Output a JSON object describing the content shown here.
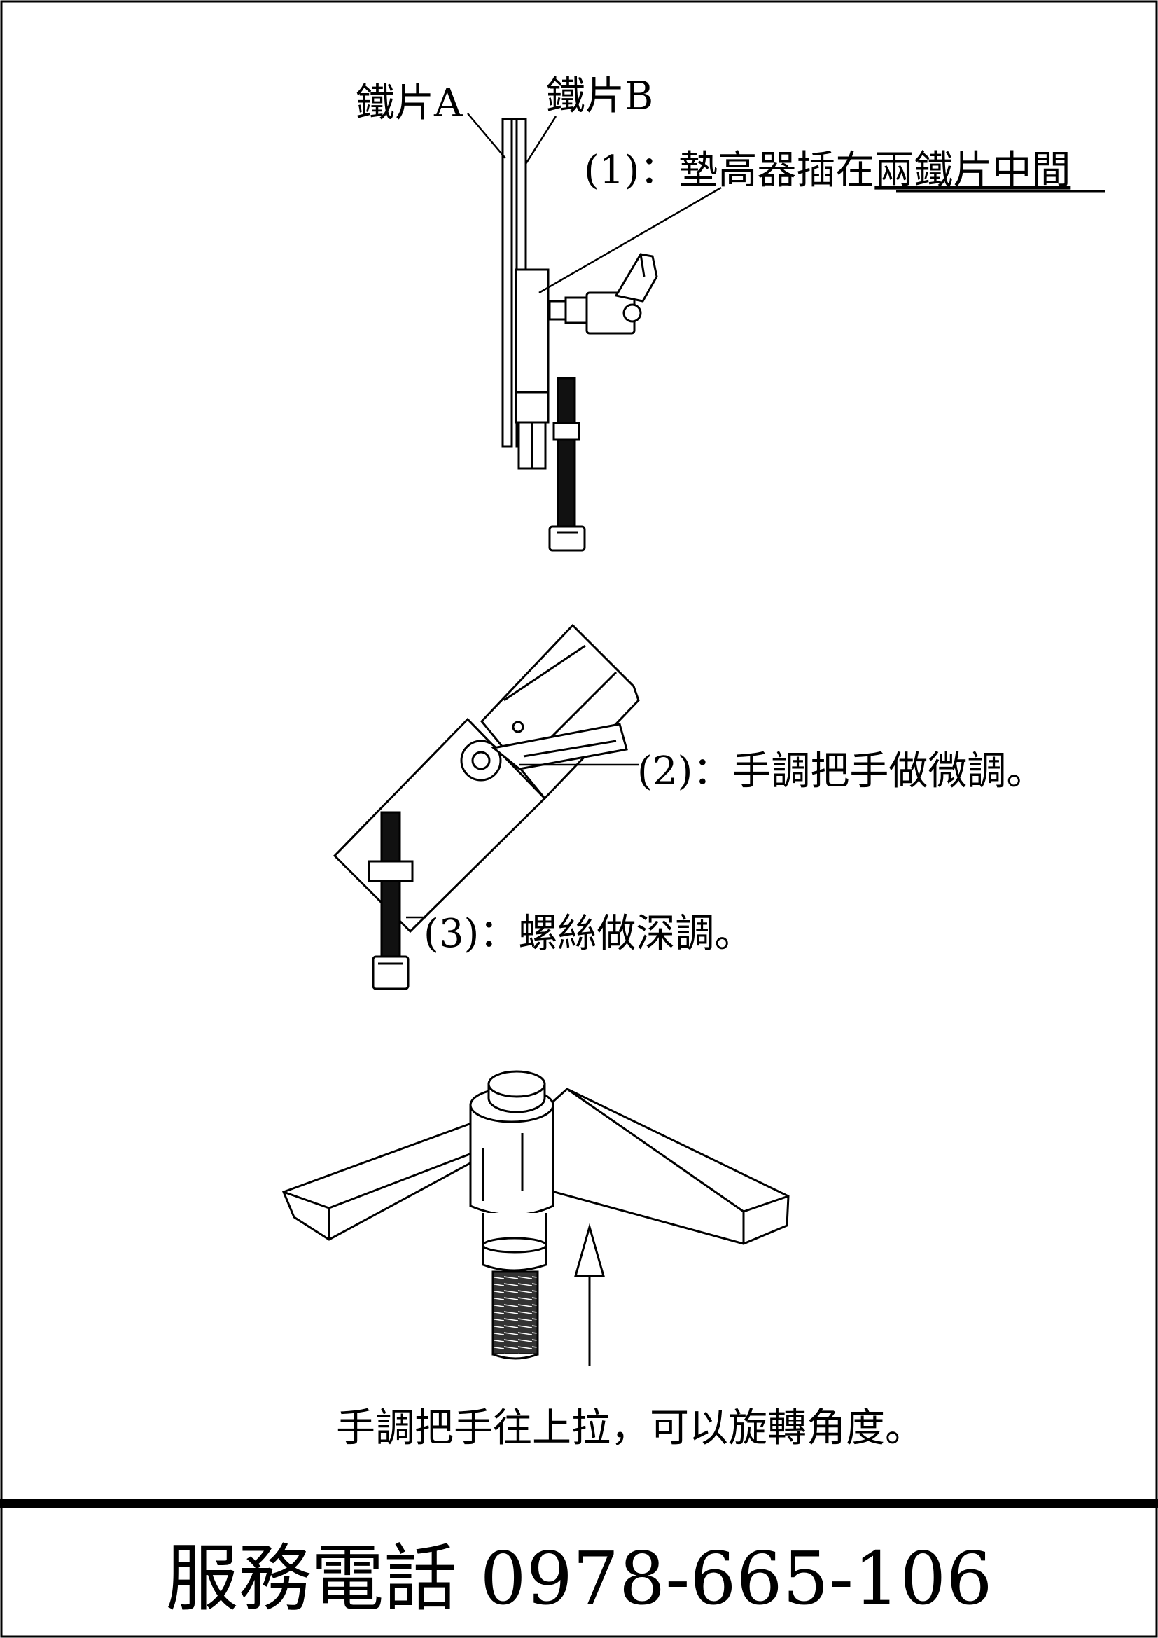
{
  "labels": {
    "plate_a": "鐵片A",
    "plate_b": "鐵片B",
    "note1_prefix": "(1)：墊高器插在",
    "note1_emph": "兩鐵片中間",
    "note2": "(2)：手調把手做微調。",
    "note3": "(3)：螺絲做深調。",
    "note4": "手調把手往上拉，可以旋轉角度。"
  },
  "footer": {
    "service_phone": "服務電話 0978-665-106"
  },
  "colors": {
    "ink": "#000000",
    "paper": "#ffffff"
  }
}
